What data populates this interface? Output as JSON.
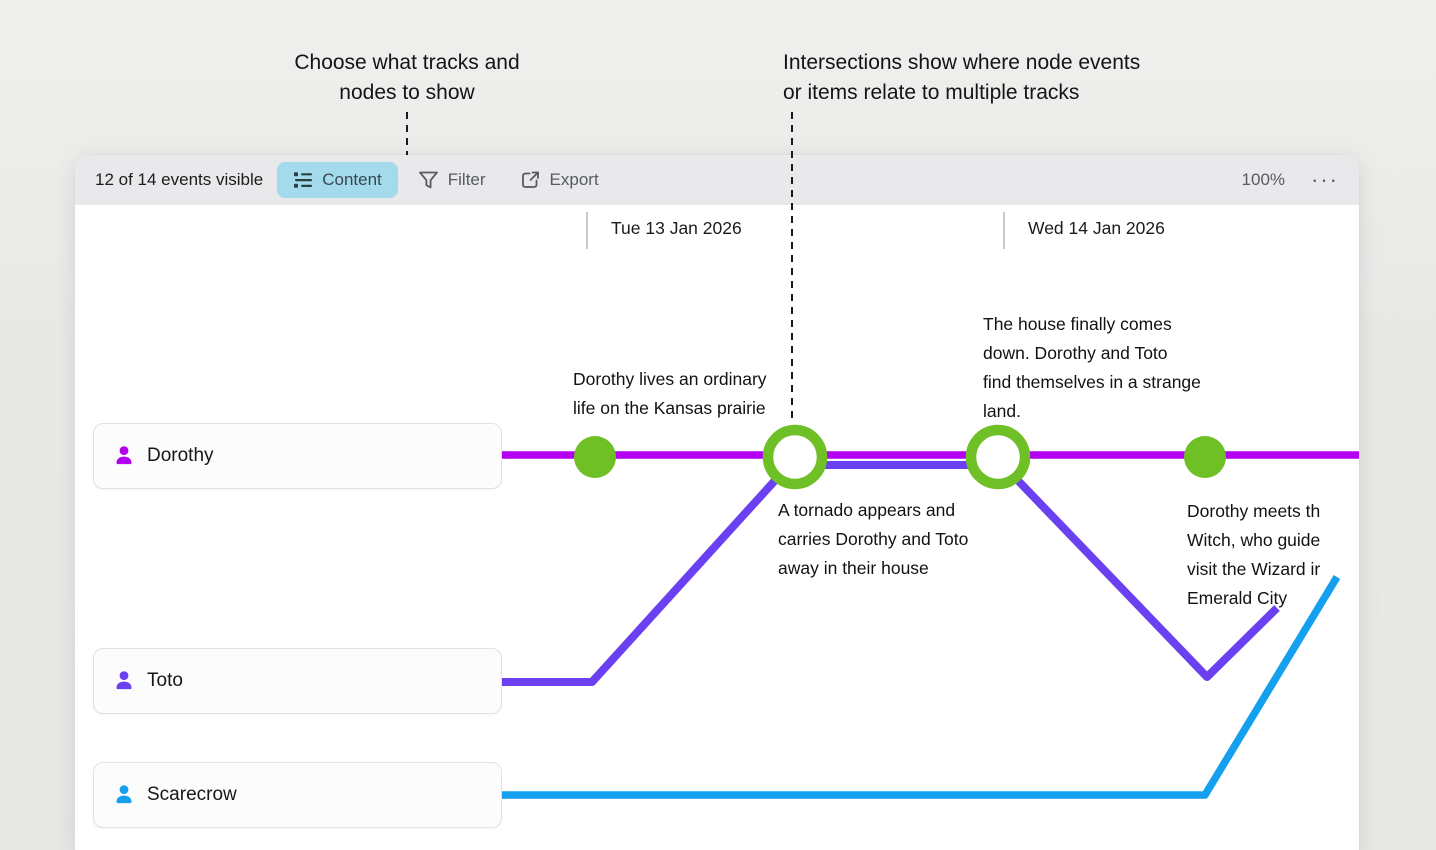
{
  "callouts": {
    "content_hint": {
      "line1": "Choose what tracks and",
      "line2": "nodes to show"
    },
    "intersection_hint": {
      "line1": "Intersections show where node events",
      "line2": "or items relate to multiple tracks"
    }
  },
  "toolbar": {
    "events_visible": "12 of 14 events visible",
    "content_label": "Content",
    "filter_label": "Filter",
    "export_label": "Export",
    "zoom_level": "100%",
    "more_label": "···",
    "content_button_bg": "#A3DBEC"
  },
  "timeline": {
    "dates": [
      "Tue 13 Jan 2026",
      "Wed 14 Jan 2026"
    ],
    "node_color": "#6FBF27",
    "tracks": [
      {
        "name": "Dorothy",
        "color": "#B400F0"
      },
      {
        "name": "Toto",
        "color": "#6B40F0"
      },
      {
        "name": "Scarecrow",
        "color": "#149FEF"
      }
    ],
    "nodes": [
      {
        "type": "event"
      },
      {
        "type": "intersection"
      },
      {
        "type": "intersection"
      },
      {
        "type": "event"
      }
    ],
    "events": [
      {
        "line1": "Dorothy lives an ordinary",
        "line2": "life on the Kansas prairie"
      },
      {
        "line1": "The house finally comes",
        "line2": "down. Dorothy and Toto",
        "line3": "find themselves in a strange",
        "line4": "land."
      },
      {
        "line1": "A tornado appears and",
        "line2": "carries Dorothy and Toto",
        "line3": "away in their house"
      },
      {
        "line1": "Dorothy meets th",
        "line2": "Witch, who guide",
        "line3": "visit the Wizard ir",
        "line4": "Emerald City"
      }
    ]
  }
}
